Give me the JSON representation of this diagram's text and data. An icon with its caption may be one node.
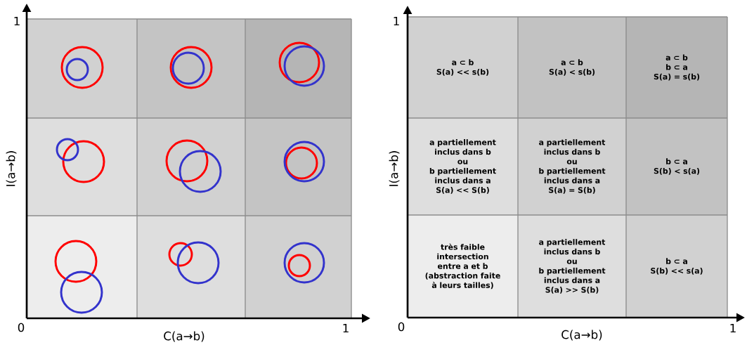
{
  "diagram": {
    "nodes": [
      {
        "text": [
          "a ⊂ b",
          "S(a) << s(b)"
        ]
      },
      {
        "text": [
          "a ⊂ b",
          "S(a) < s(b)"
        ]
      },
      {
        "text": [
          "a ⊂ b",
          "b ⊂ a",
          "S(a) = s(b)"
        ]
      },
      {
        "text": [
          "a partiellement inclus dans b",
          "ou",
          "b partiellement inclus dans a",
          "S(a) << S(b)"
        ]
      },
      {
        "text": [
          "a partiellement inclus dans b",
          "ou",
          "b partiellement inclus dans a",
          "S(a) = S(b)"
        ]
      },
      {
        "text": [
          "b ⊂ a",
          "S(b) < s(a)"
        ]
      },
      {
        "text": [
          "très faible",
          "intersection entre a et b",
          "(abstraction faite à leurs tailles)"
        ]
      },
      {
        "text": [
          "a partiellement inclus dans b",
          "ou",
          "b partiellement inclus dans a",
          "S(a) >> S(b)"
        ]
      },
      {
        "text": [
          "b ⊂ a",
          "S(b) << s(a)"
        ]
      }
    ],
    "labels": [
      "1",
      "I(a→b)",
      "0",
      "C(a→b)",
      "1",
      "1",
      "I(a→b)",
      "0",
      "C(a→b)",
      "1"
    ]
  }
}
